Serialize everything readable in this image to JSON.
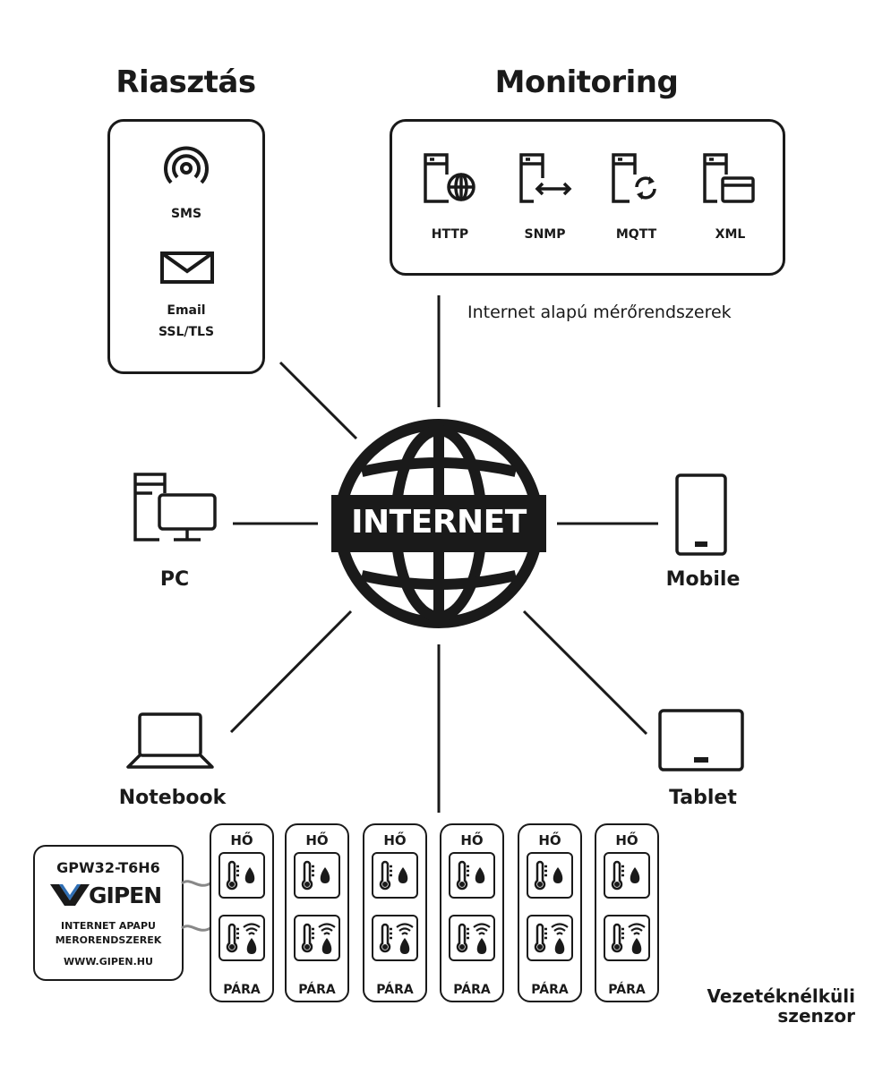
{
  "alarm": {
    "title": "Riasztás",
    "items": [
      {
        "label": "SMS",
        "icon": "sms-signal-icon"
      },
      {
        "label": "Email",
        "sub": "SSL/TLS",
        "icon": "envelope-icon"
      }
    ]
  },
  "monitoring": {
    "title": "Monitoring",
    "protocols": [
      {
        "label": "HTTP",
        "icon": "server-globe-icon"
      },
      {
        "label": "SNMP",
        "icon": "server-arrows-icon"
      },
      {
        "label": "MQTT",
        "icon": "server-sync-icon"
      },
      {
        "label": "XML",
        "icon": "server-window-icon"
      }
    ],
    "caption": "Internet alapú mérőrendszerek"
  },
  "hub": {
    "label": "INTERNET",
    "icon": "globe-icon"
  },
  "devices": {
    "pc": "PC",
    "mobile": "Mobile",
    "notebook": "Notebook",
    "tablet": "Tablet"
  },
  "gateway": {
    "model": "GPW32-T6H6",
    "brand": "GIPEN",
    "line1": "INTERNET APAPU",
    "line2": "MERORENDSZEREK",
    "url": "WWW.GIPEN.HU"
  },
  "sensors": {
    "count": 6,
    "top_label": "HŐ",
    "bottom_label": "PÁRA",
    "caption_line1": "Vezetéknélküli",
    "caption_line2": "szenzor"
  },
  "colors": {
    "ink": "#1a1a1a",
    "background": "#ffffff"
  }
}
